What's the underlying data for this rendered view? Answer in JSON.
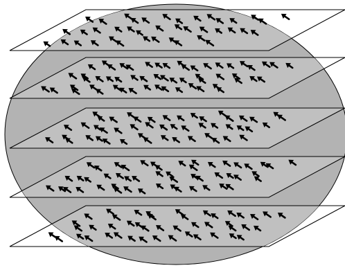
{
  "diagram": {
    "ellipse_fill": "#b3b3b3",
    "ellipse_stroke": "#000000",
    "plane_fill": "#c0c0c0",
    "plane_stroke": "#000000",
    "arrow_color": "#000000",
    "arrow_direction": "up-left",
    "layer_count": 5,
    "arrows_per_layer": [
      40,
      55,
      48,
      50,
      45
    ]
  }
}
